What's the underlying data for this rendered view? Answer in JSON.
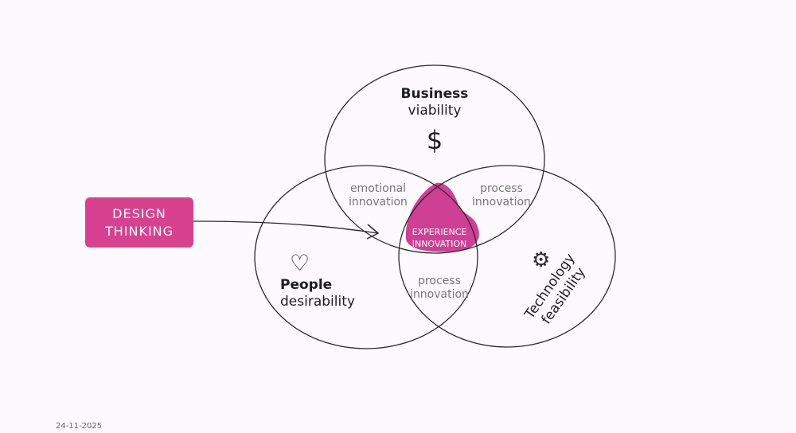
{
  "design_thinking": {
    "line1": "DESIGN",
    "line2": "THINKING"
  },
  "business": {
    "line1": "Business",
    "line2": "viability",
    "icon": "$"
  },
  "people": {
    "line1": "People",
    "line2": "desirability",
    "icon": "♡"
  },
  "technology": {
    "line1": "Technology",
    "line2": "feasibility",
    "icon": "⚙"
  },
  "overlaps": {
    "business_people": {
      "line1": "emotional",
      "line2": "innovation"
    },
    "business_tech": {
      "line1": "process",
      "line2": "innovation"
    },
    "people_tech": {
      "line1": "process",
      "line2": "innovation"
    },
    "center": {
      "line1": "EXPERIENCE",
      "line2": "INNOVATION"
    }
  },
  "date": "24-11-2025",
  "colors": {
    "accent": "#d8418f",
    "stroke": "#2a2a2a"
  }
}
